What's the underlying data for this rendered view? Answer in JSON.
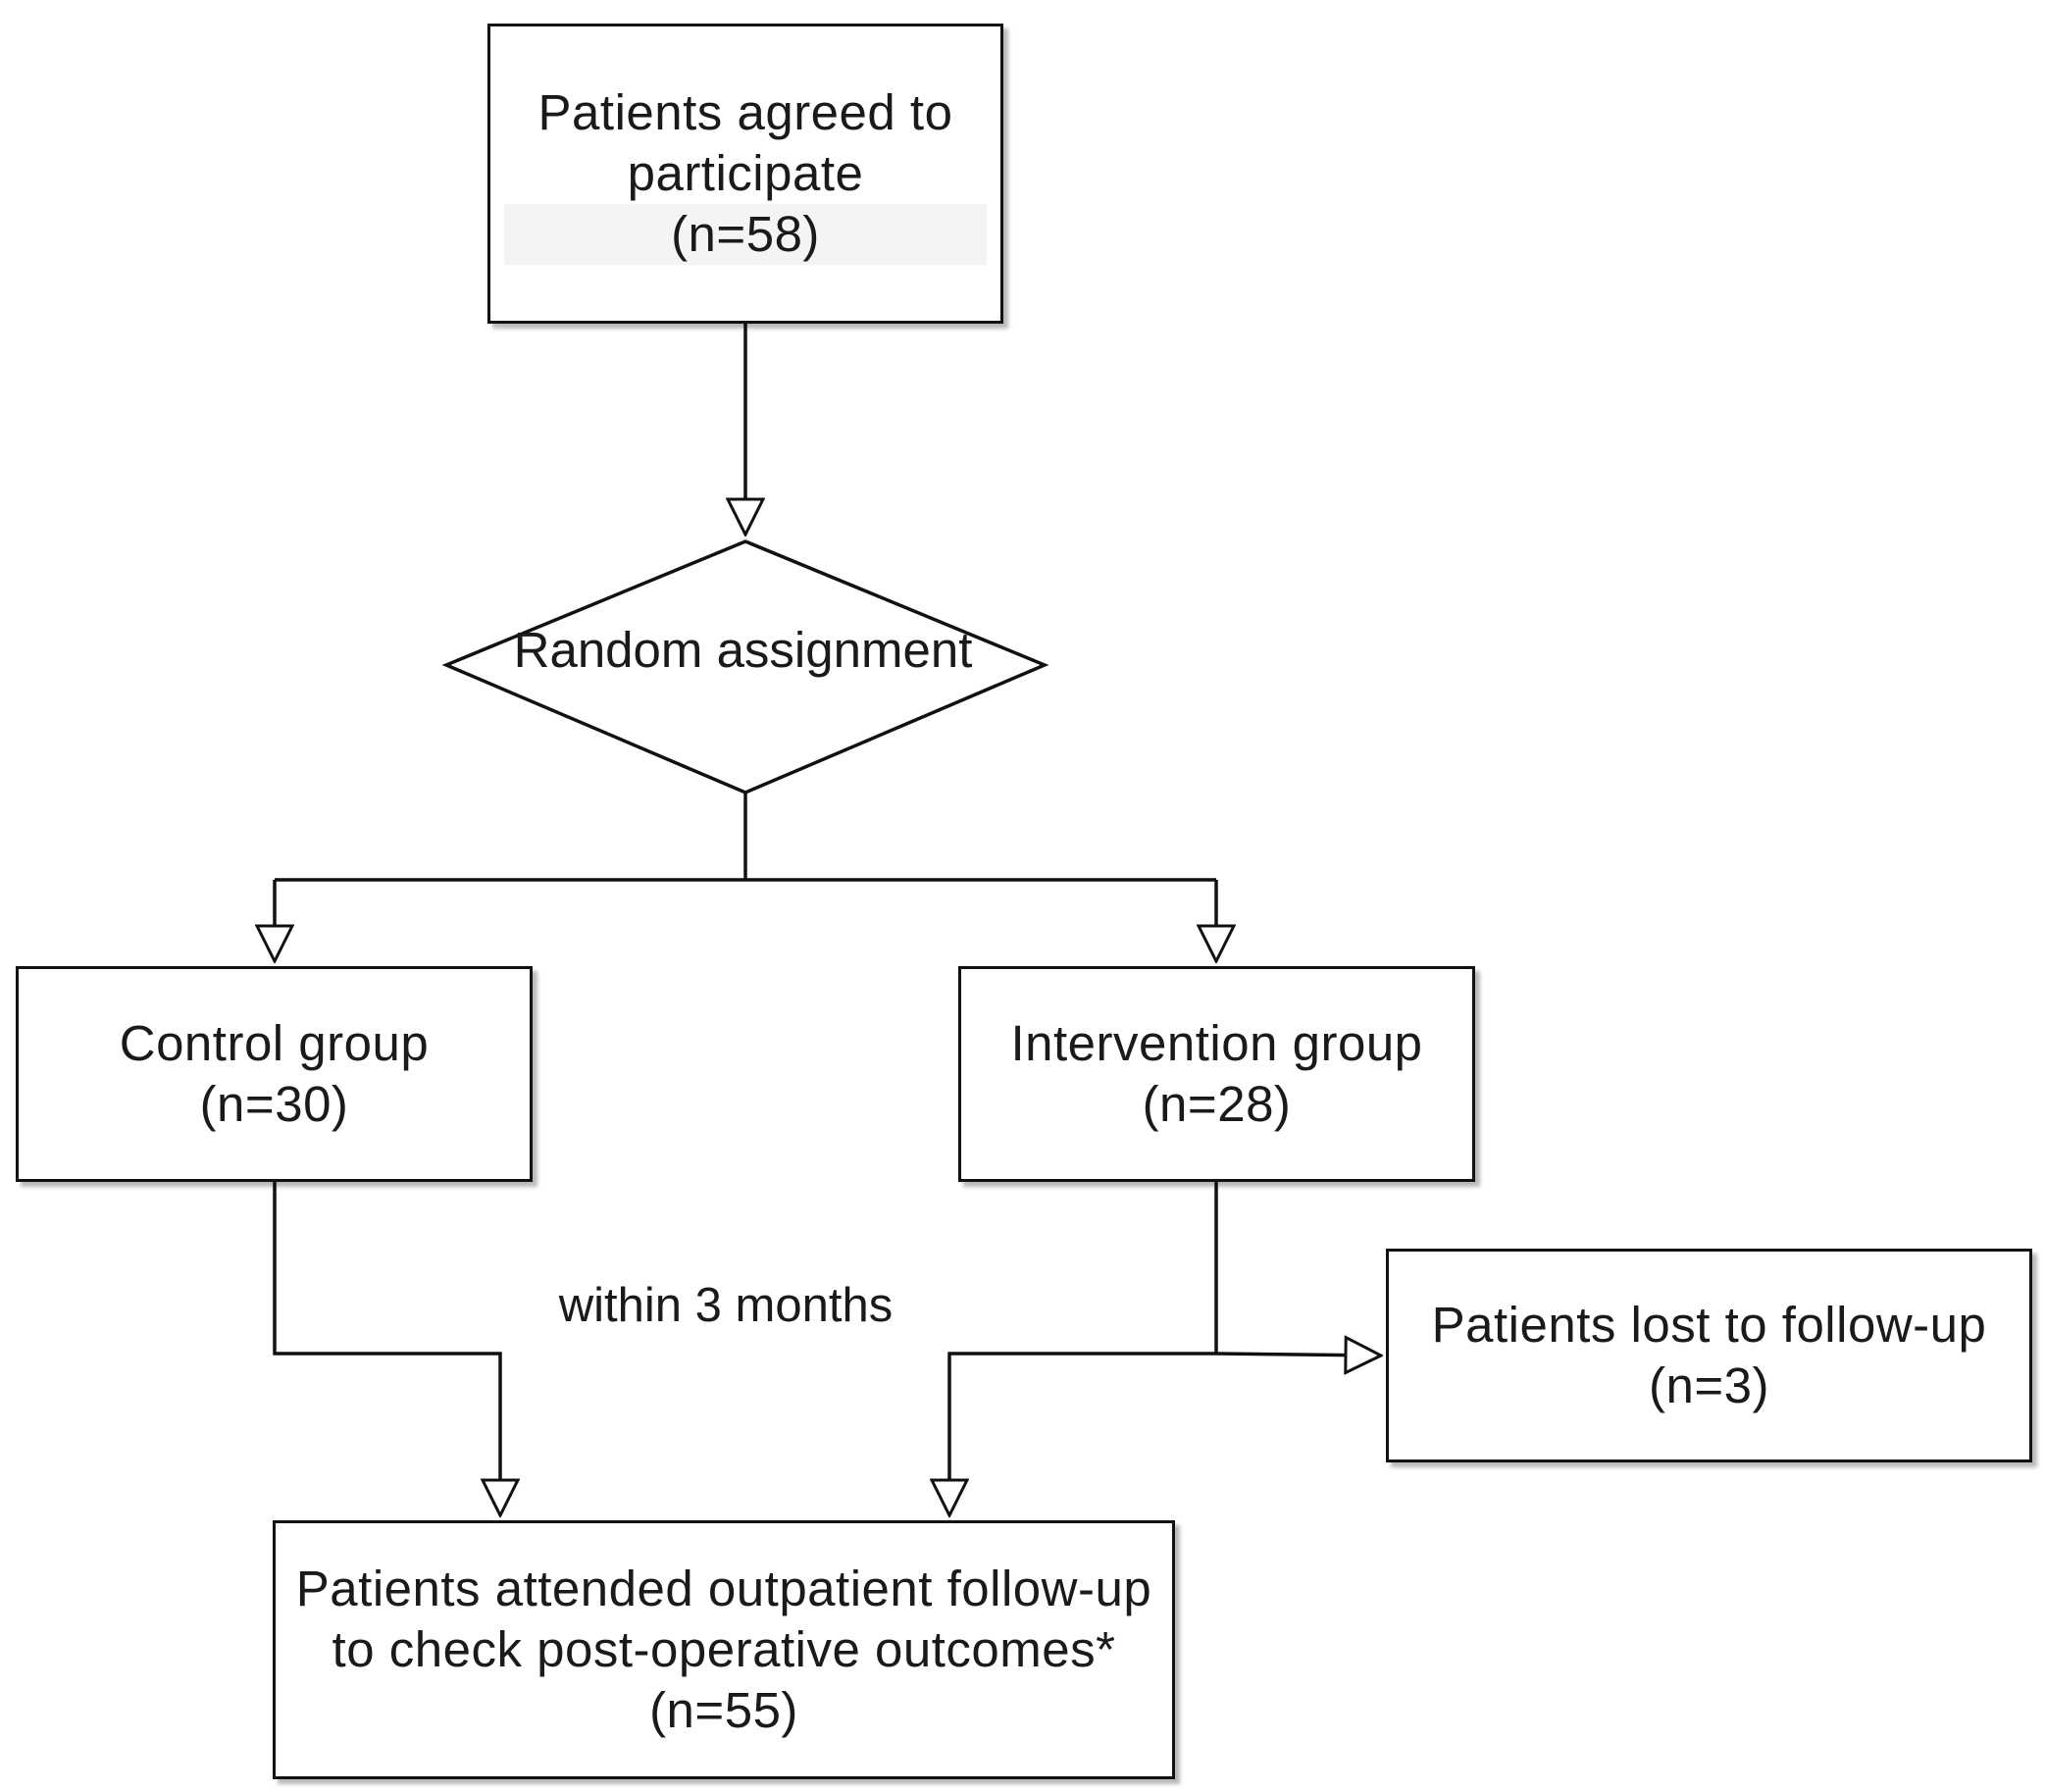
{
  "nodes": {
    "start": {
      "line1": "Patients agreed to",
      "line2": "participate",
      "count": "(n=58)"
    },
    "decision": {
      "label": "Random assignment"
    },
    "control": {
      "label": "Control group",
      "count": "(n=30)"
    },
    "intervention": {
      "label": "Intervention group",
      "count": "(n=28)"
    },
    "lost": {
      "label": "Patients lost to follow-up",
      "count": "(n=3)"
    },
    "followup": {
      "line1": "Patients attended outpatient follow-up",
      "line2": "to check post-operative outcomes*",
      "count": "(n=55)"
    }
  },
  "edge_labels": {
    "timing": "within 3 months"
  },
  "colors": {
    "stroke": "#111111",
    "fill": "#ffffff",
    "text": "#1a1a1a"
  }
}
